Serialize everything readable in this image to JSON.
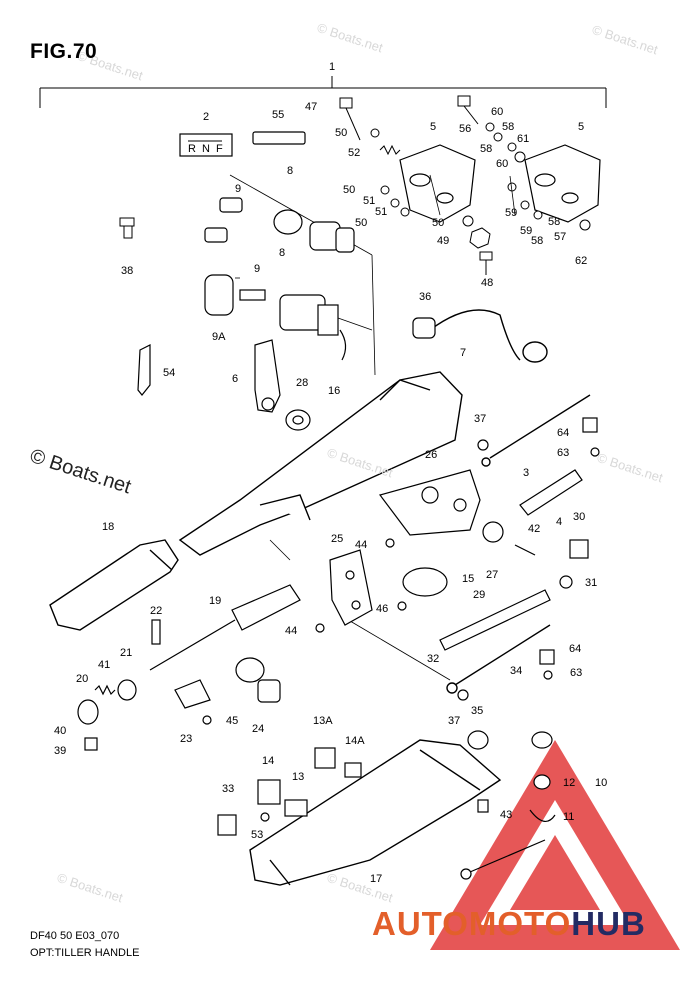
{
  "figure": {
    "title": "FIG.70",
    "code": "DF40 50 E03_070",
    "subtitle": "OPT:TILLER HANDLE"
  },
  "watermark": {
    "text": "© Boats.net",
    "faint_text": "© Boats.net"
  },
  "brand": {
    "part_a": "AUTOMOTO",
    "part_b": "HUB",
    "color_a": "#e35f2a",
    "color_b": "#232b63",
    "triangle_color": "#e23a3a"
  },
  "selector_labels": [
    "R",
    "N",
    "F"
  ],
  "callouts": {
    "c1": "1",
    "c2": "2",
    "c3": "3",
    "c4": "4",
    "c5a": "5",
    "c5b": "5",
    "c6": "6",
    "c7": "7",
    "c8a": "8",
    "c8b": "8",
    "c9a": "9",
    "c9b": "9",
    "c9A": "9A",
    "c10": "10",
    "c11": "11",
    "c12": "12",
    "c13": "13",
    "c13A": "13A",
    "c14": "14",
    "c14A": "14A",
    "c15": "15",
    "c16": "16",
    "c17": "17",
    "c18": "18",
    "c19": "19",
    "c20": "20",
    "c21": "21",
    "c22": "22",
    "c23": "23",
    "c24": "24",
    "c25": "25",
    "c26": "26",
    "c27": "27",
    "c28": "28",
    "c29": "29",
    "c30": "30",
    "c31": "31",
    "c32": "32",
    "c33": "33",
    "c34": "34",
    "c35": "35",
    "c36": "36",
    "c37a": "37",
    "c37b": "37",
    "c38": "38",
    "c39": "39",
    "c40": "40",
    "c41": "41",
    "c42": "42",
    "c43": "43",
    "c44a": "44",
    "c44b": "44",
    "c45": "45",
    "c46": "46",
    "c47": "47",
    "c48": "48",
    "c49": "49",
    "c50a": "50",
    "c50b": "50",
    "c50c": "50",
    "c50d": "50",
    "c51a": "51",
    "c51b": "51",
    "c52": "52",
    "c53": "53",
    "c54": "54",
    "c55": "55",
    "c56": "56",
    "c57": "57",
    "c58a": "58",
    "c58b": "58",
    "c58c": "58",
    "c58d": "58",
    "c59a": "59",
    "c59b": "59",
    "c60a": "60",
    "c60b": "60",
    "c61": "61",
    "c62": "62",
    "c63a": "63",
    "c63b": "63",
    "c64a": "64",
    "c64b": "64"
  }
}
